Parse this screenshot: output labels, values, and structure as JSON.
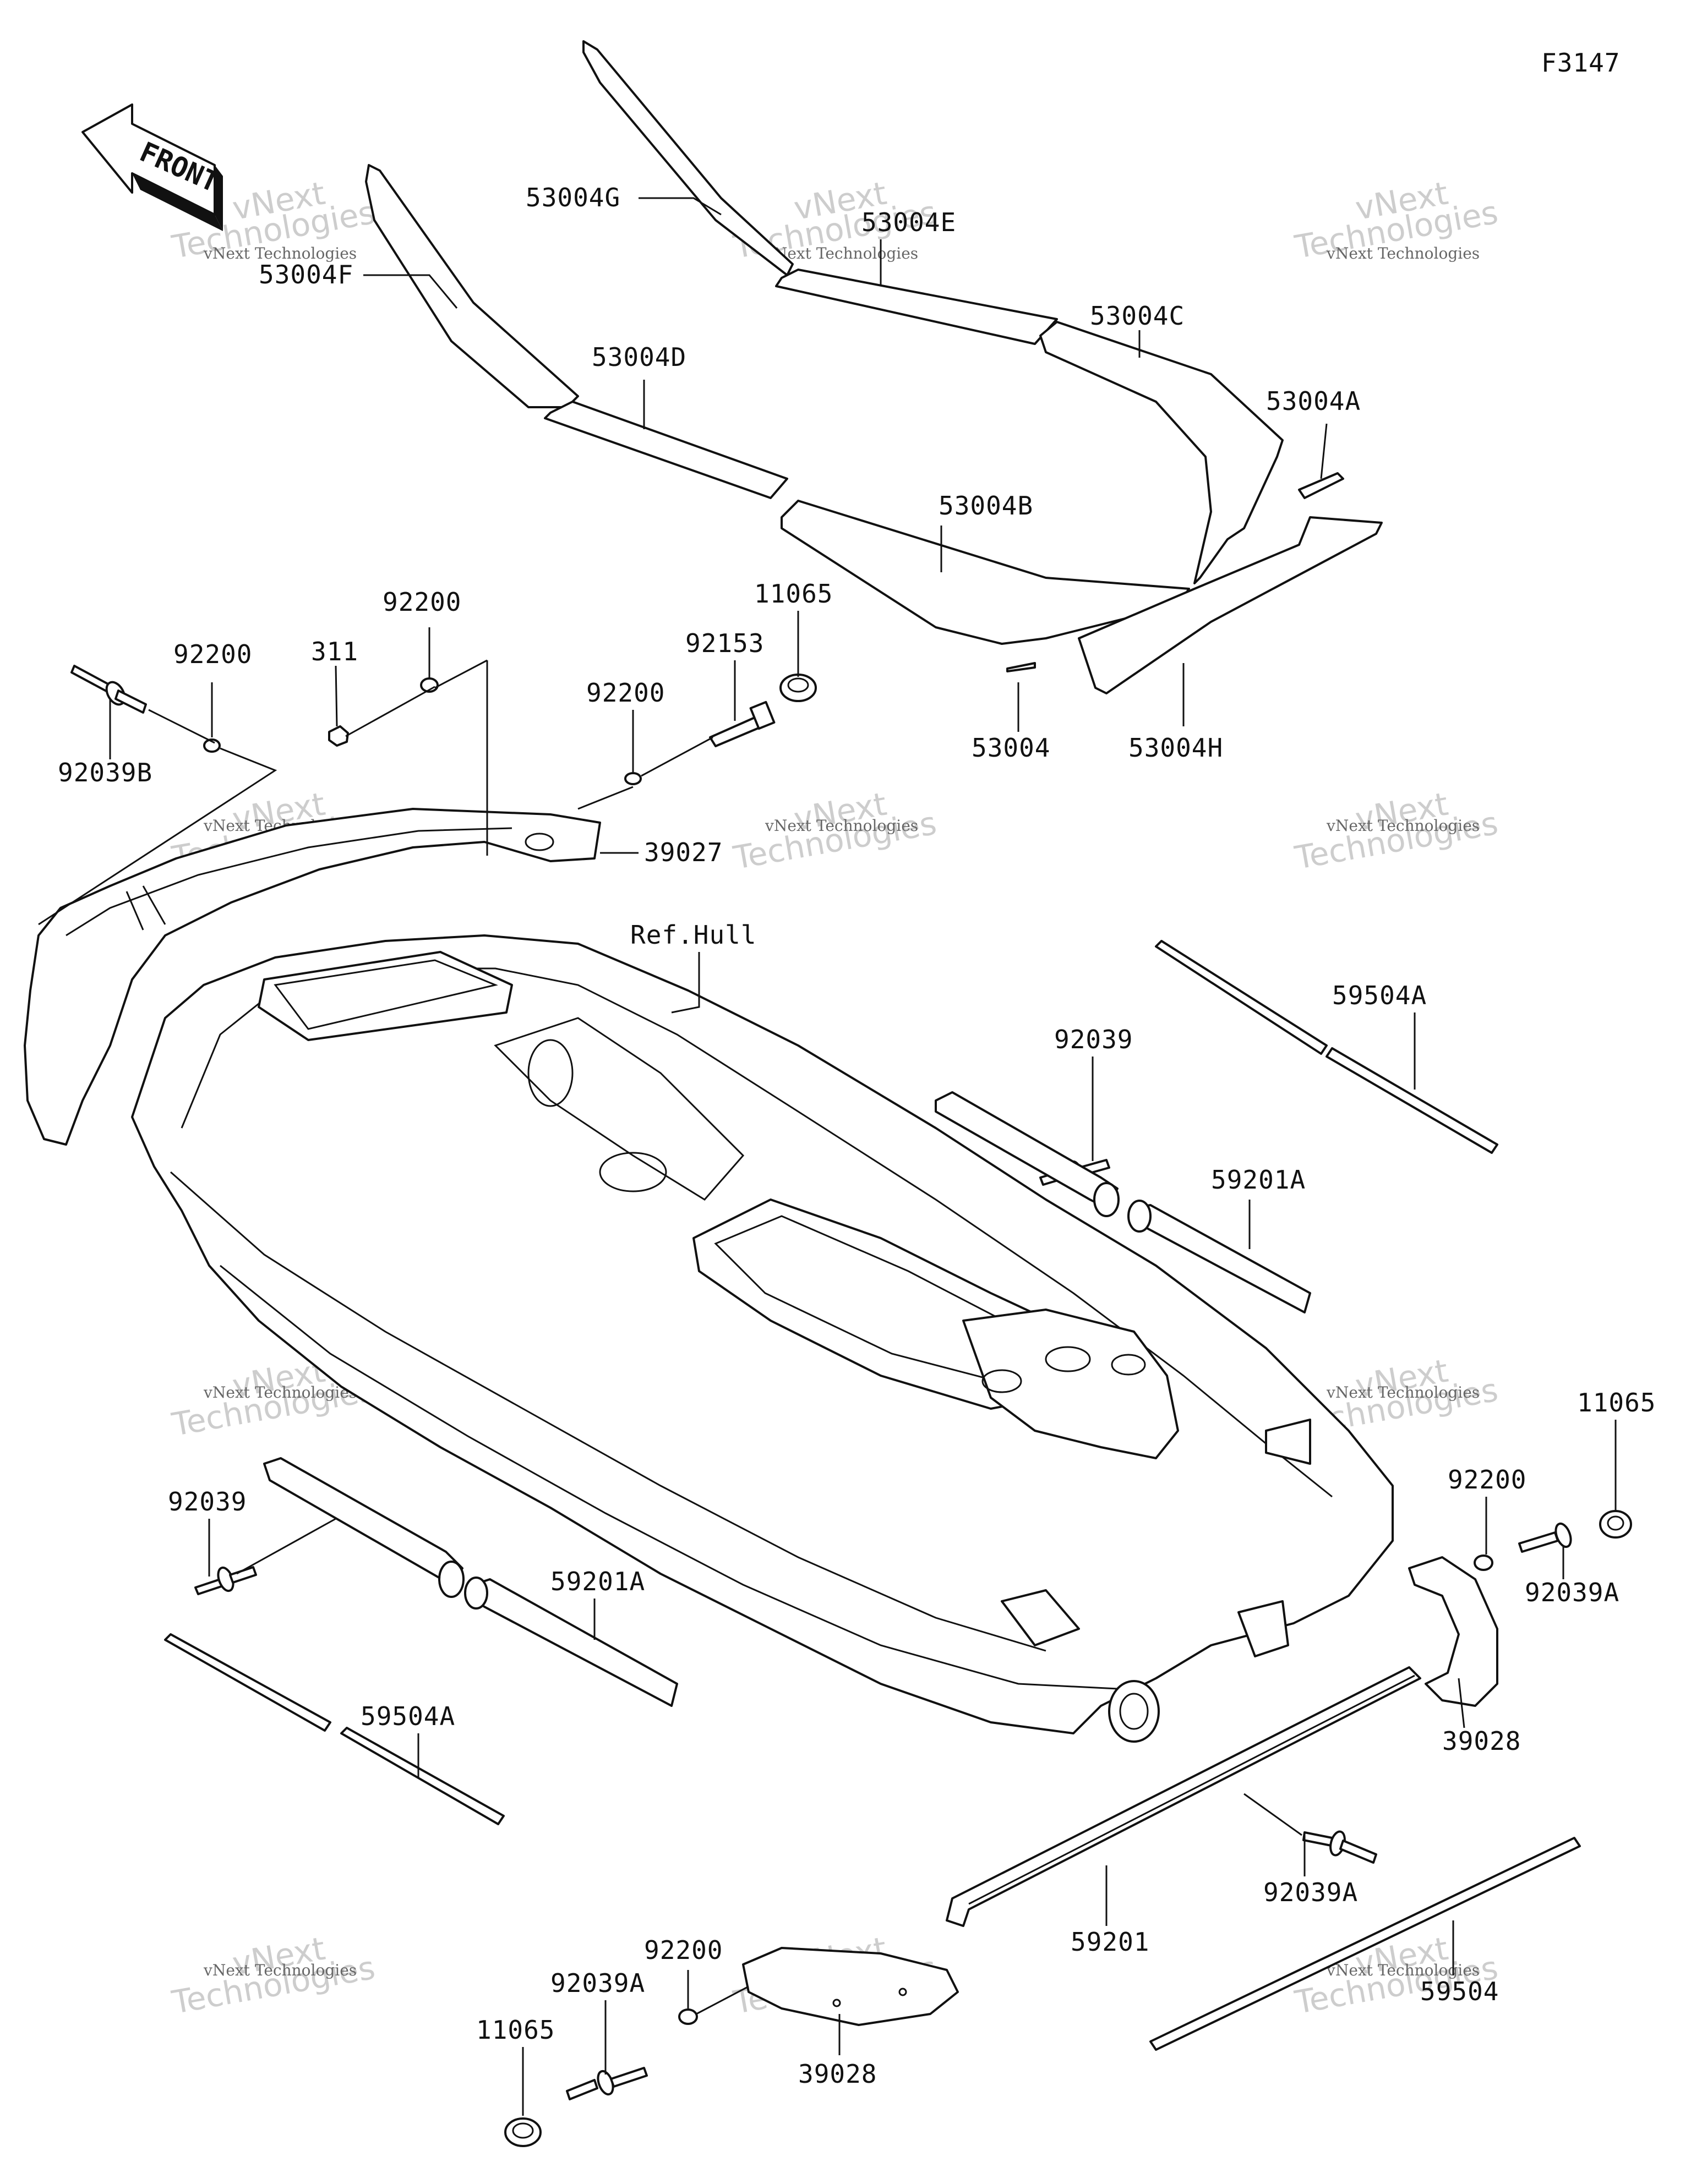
{
  "figure_code": "F3147",
  "front_arrow_label": "FRONT",
  "watermark": {
    "line1": "vNext Technologies",
    "line2": "vNext",
    "line3": "Technologies"
  },
  "labels": {
    "l_53004G": "53004G",
    "l_53004F": "53004F",
    "l_53004E": "53004E",
    "l_53004D": "53004D",
    "l_53004C": "53004C",
    "l_53004A": "53004A",
    "l_53004B": "53004B",
    "l_53004": "53004",
    "l_53004H": "53004H",
    "l_11065_top": "11065",
    "l_92153": "92153",
    "l_92200_mid": "92200",
    "l_92200_top": "92200",
    "l_311": "311",
    "l_92200_left": "92200",
    "l_92039B": "92039B",
    "l_39027": "39027",
    "l_ref_hull": "Ref.Hull",
    "l_59504A_right": "59504A",
    "l_92039_right": "92039",
    "l_59201A_right": "59201A",
    "l_11065_right": "11065",
    "l_92200_right": "92200",
    "l_92039A_right": "92039A",
    "l_39028_right": "39028",
    "l_92039_left": "92039",
    "l_59201A_left": "59201A",
    "l_59504A_left": "59504A",
    "l_92039A_bottom_right": "92039A",
    "l_59201": "59201",
    "l_59504": "59504",
    "l_92200_bottom": "92200",
    "l_92039A_bottom": "92039A",
    "l_11065_bottom": "11065",
    "l_39028_bottom": "39028"
  }
}
